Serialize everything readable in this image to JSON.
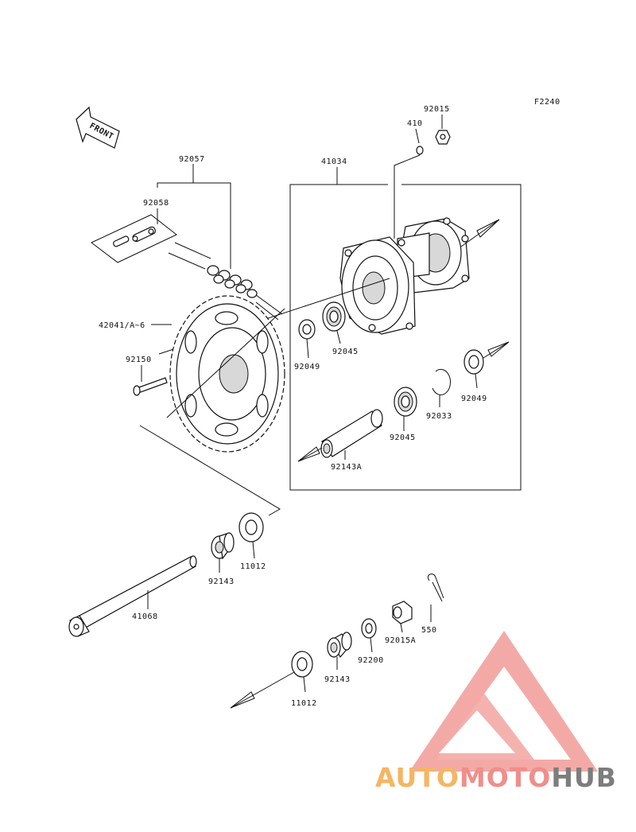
{
  "figure_code": "F2240",
  "front_label": "FRONT",
  "labels": {
    "p92015_top": "92015",
    "p410": "410",
    "p41034": "41034",
    "p92057": "92057",
    "p92058": "92058",
    "p42041": "42041/A~6",
    "p92150": "92150",
    "p92049_a": "92049",
    "p92045_a": "92045",
    "p92049_b": "92049",
    "p92033": "92033",
    "p92045_b": "92045",
    "p92143A": "92143A",
    "p92143_a": "92143",
    "p11012_a": "11012",
    "p41068": "41068",
    "p550": "550",
    "p92015A": "92015A",
    "p92200": "92200",
    "p92143_b": "92143",
    "p11012_b": "11012"
  },
  "watermark": {
    "part1": "AUTO",
    "part2": "MOTO",
    "part3": "HUB",
    "color1": "#f5b563",
    "color2": "#f08e8a",
    "color3": "#7d7d7d"
  }
}
